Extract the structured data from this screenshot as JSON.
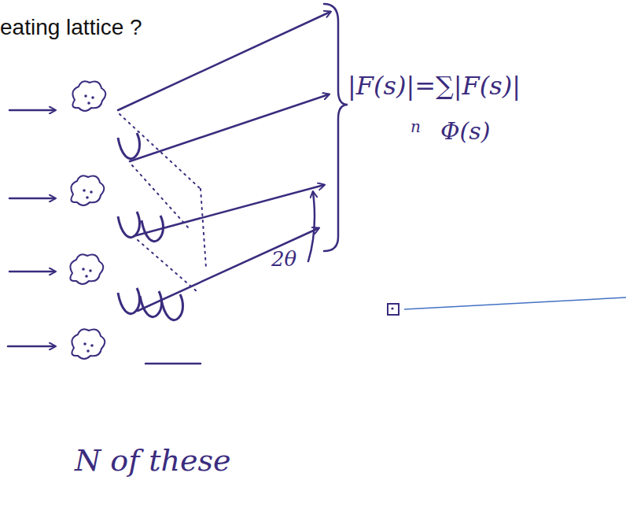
{
  "diagram": {
    "labels": [
      "eating lattice ?",
      "|F(s)|=∑|F(s)|",
      "n",
      "Φ(s)",
      "2θ",
      "N of these"
    ]
  }
}
